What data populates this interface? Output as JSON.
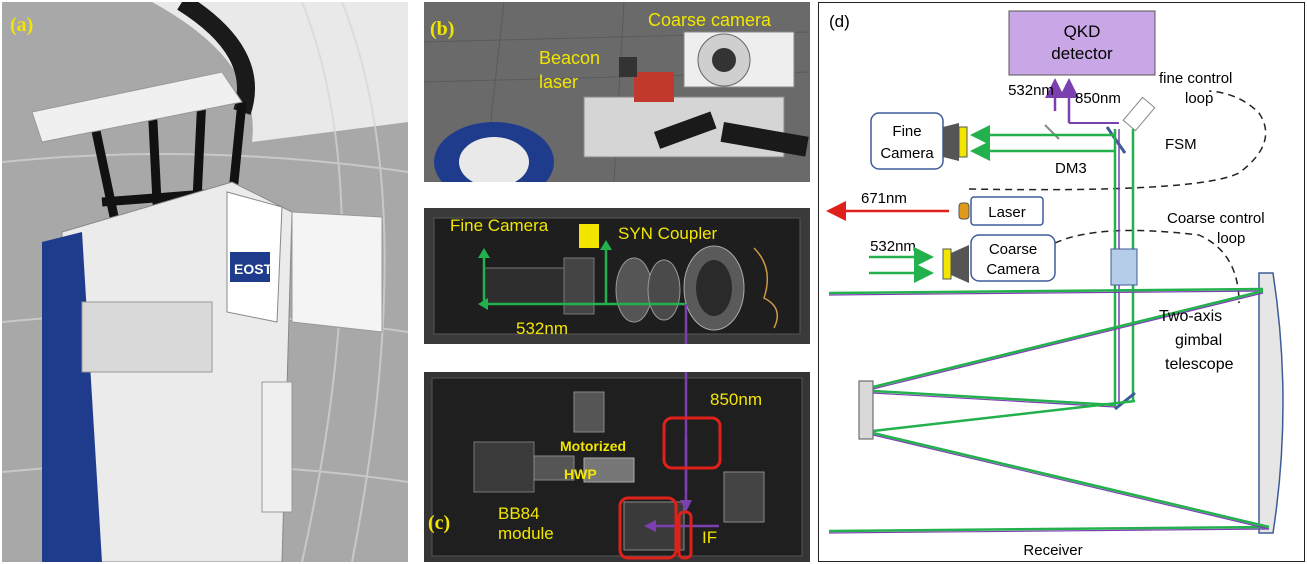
{
  "panels": {
    "a": {
      "label": "(a)"
    },
    "b": {
      "label": "(b)",
      "beacon": "Beacon\nlaser",
      "coarse_camera": "Coarse camera"
    },
    "c": {
      "label": "(c)",
      "fine_camera": "Fine Camera",
      "syn_coupler": "SYN Coupler",
      "wl_532": "532nm",
      "wl_850": "850nm",
      "motorized": "Motorized",
      "hwp": "HWP",
      "bb84": "BB84\nmodule",
      "if": "IF"
    },
    "d": {
      "label": "(d)",
      "qkd_line1": "QKD",
      "qkd_line2": "detector",
      "fine_control_line1": "fine control",
      "fine_control_line2": "loop",
      "wl_532_top": "532nm",
      "wl_850": "850nm",
      "fine_camera_line1": "Fine",
      "fine_camera_line2": "Camera",
      "fsm": "FSM",
      "dm3": "DM3",
      "wl_671": "671nm",
      "laser": "Laser",
      "coarse_control_line1": "Coarse control",
      "coarse_control_line2": "loop",
      "wl_532_bottom": "532nm",
      "coarse_camera_line1": "Coarse",
      "coarse_camera_line2": "Camera",
      "gimbal_line1": "Two-axis",
      "gimbal_line2": "gimbal",
      "gimbal_line3": "telescope",
      "receiver": "Receiver"
    }
  },
  "colors": {
    "beam_green": "#22b14c",
    "beam_purple": "#7b3fb0",
    "laser_red": "#e0201b",
    "label_yellow": "#f2e600",
    "qkd_fill": "#c9a7e6",
    "box_border": "#3e5b99"
  }
}
